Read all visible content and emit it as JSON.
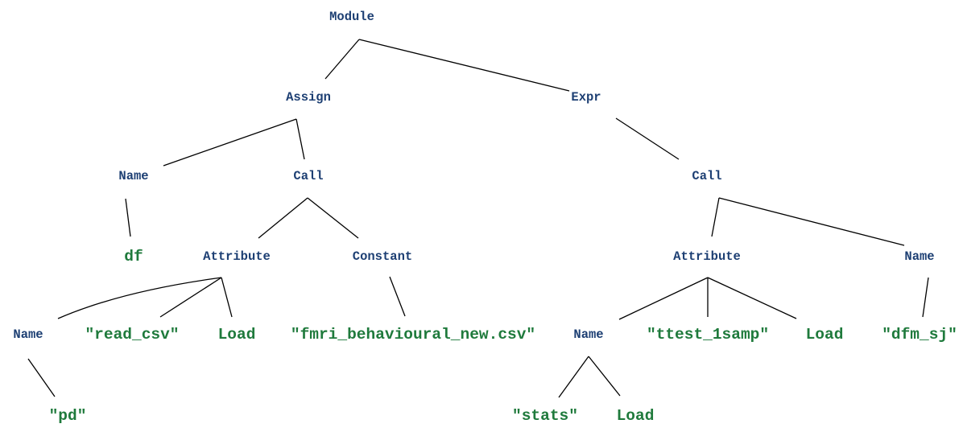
{
  "tree": {
    "colors": {
      "inner": "#1d3f73",
      "leaf": "#1f7a3c",
      "edge": "#000000"
    },
    "nodes": [
      {
        "id": "module",
        "label": "Module",
        "kind": "inner",
        "parent": null
      },
      {
        "id": "assign",
        "label": "Assign",
        "kind": "inner",
        "parent": "module"
      },
      {
        "id": "expr",
        "label": "Expr",
        "kind": "inner",
        "parent": "module"
      },
      {
        "id": "assign-name",
        "label": "Name",
        "kind": "inner",
        "parent": "assign"
      },
      {
        "id": "assign-call",
        "label": "Call",
        "kind": "inner",
        "parent": "assign"
      },
      {
        "id": "df",
        "label": "df",
        "kind": "leaf",
        "parent": "assign-name"
      },
      {
        "id": "assign-attribute",
        "label": "Attribute",
        "kind": "inner",
        "parent": "assign-call"
      },
      {
        "id": "constant",
        "label": "Constant",
        "kind": "inner",
        "parent": "assign-call"
      },
      {
        "id": "pd-name",
        "label": "Name",
        "kind": "inner",
        "parent": "assign-attribute"
      },
      {
        "id": "read-csv",
        "label": "\"read_csv\"",
        "kind": "leaf",
        "parent": "assign-attribute"
      },
      {
        "id": "load-1",
        "label": "Load",
        "kind": "leaf",
        "parent": "assign-attribute"
      },
      {
        "id": "pd",
        "label": "\"pd\"",
        "kind": "leaf",
        "parent": "pd-name"
      },
      {
        "id": "csv-file",
        "label": "\"fmri_behavioural_new.csv\"",
        "kind": "leaf",
        "parent": "constant"
      },
      {
        "id": "expr-call",
        "label": "Call",
        "kind": "inner",
        "parent": "expr"
      },
      {
        "id": "expr-attribute",
        "label": "Attribute",
        "kind": "inner",
        "parent": "expr-call"
      },
      {
        "id": "expr-name",
        "label": "Name",
        "kind": "inner",
        "parent": "expr-call"
      },
      {
        "id": "stats-name",
        "label": "Name",
        "kind": "inner",
        "parent": "expr-attribute"
      },
      {
        "id": "ttest",
        "label": "\"ttest_1samp\"",
        "kind": "leaf",
        "parent": "expr-attribute"
      },
      {
        "id": "load-2",
        "label": "Load",
        "kind": "leaf",
        "parent": "expr-attribute"
      },
      {
        "id": "stats",
        "label": "\"stats\"",
        "kind": "leaf",
        "parent": "stats-name"
      },
      {
        "id": "load-3",
        "label": "Load",
        "kind": "leaf",
        "parent": "stats-name"
      },
      {
        "id": "dfm-sj",
        "label": "\"dfm_sj\"",
        "kind": "leaf",
        "parent": "expr-name"
      }
    ]
  }
}
